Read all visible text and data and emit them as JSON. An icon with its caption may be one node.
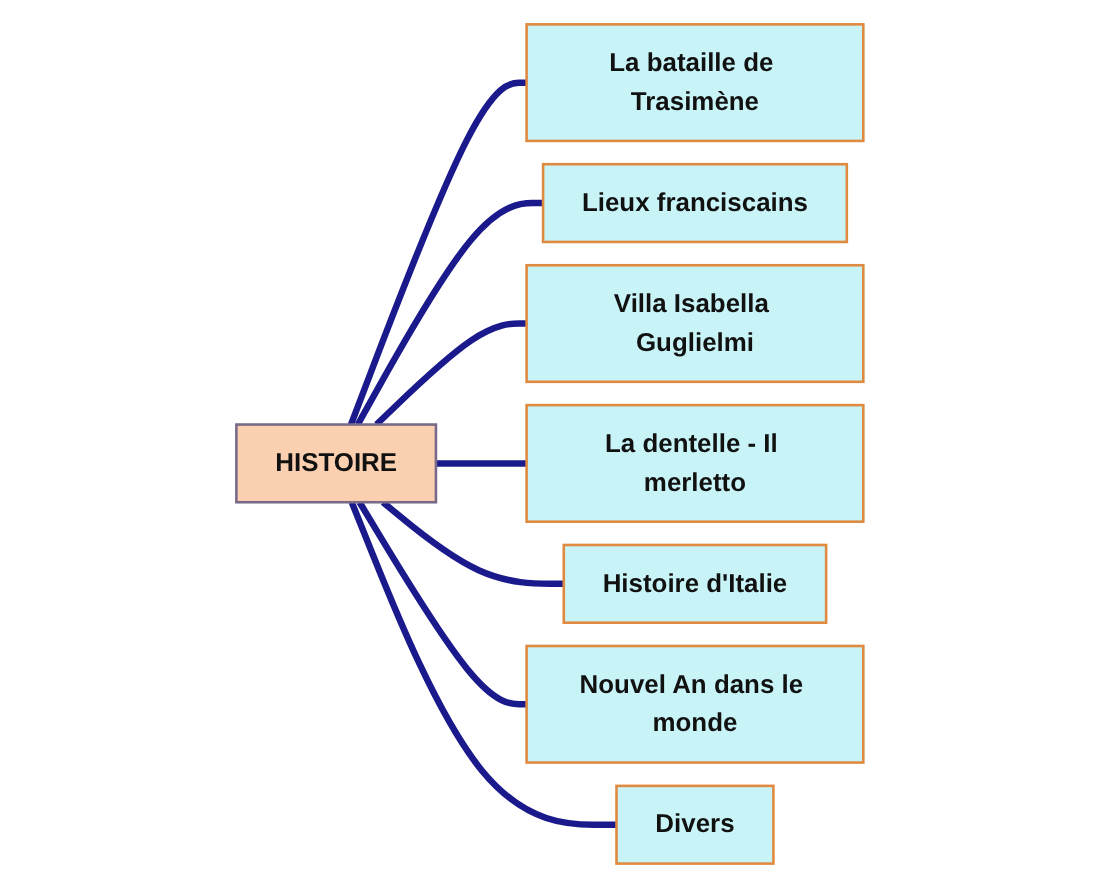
{
  "diagram": {
    "nodes": [
      {
        "text": [
          "HISTOIRE"
        ]
      },
      {
        "text": [
          "La bataille de Trasimène"
        ]
      },
      {
        "text": [
          "Lieux franciscains"
        ]
      },
      {
        "text": [
          "Villa Isabella Guglielmi"
        ]
      },
      {
        "text": [
          "La dentelle - Il merletto"
        ]
      },
      {
        "text": [
          "Histoire d'Italie"
        ]
      },
      {
        "text": [
          "Nouvel An dans le monde"
        ]
      },
      {
        "text": [
          "Divers"
        ]
      }
    ],
    "edges": [
      {
        "from": 0,
        "to": 1,
        "arrow": "none"
      },
      {
        "from": 0,
        "to": 2,
        "arrow": "none"
      },
      {
        "from": 0,
        "to": 3,
        "arrow": "none"
      },
      {
        "from": 0,
        "to": 4,
        "arrow": "none"
      },
      {
        "from": 0,
        "to": 5,
        "arrow": "none"
      },
      {
        "from": 0,
        "to": 6,
        "arrow": "none"
      },
      {
        "from": 0,
        "to": 7,
        "arrow": "none"
      }
    ]
  }
}
